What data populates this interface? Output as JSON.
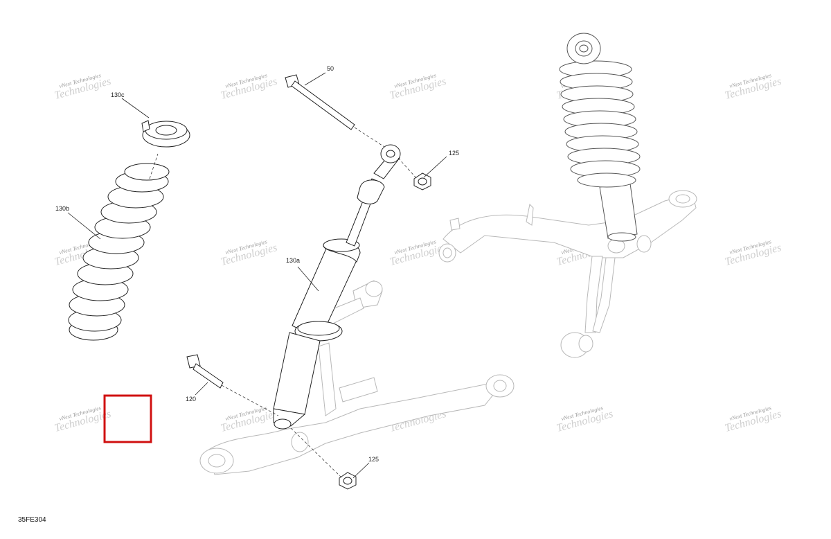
{
  "callouts": {
    "c130c": "130c",
    "c130b": "130b",
    "c50": "50",
    "c125_top": "125",
    "c130a": "130a",
    "c120": "120",
    "c125_bottom": "125"
  },
  "watermark": {
    "line1": "vNext Technologies",
    "line2": "Technologies"
  },
  "diagram_code": "35FE304",
  "colors": {
    "highlight_box": "#d01010"
  }
}
